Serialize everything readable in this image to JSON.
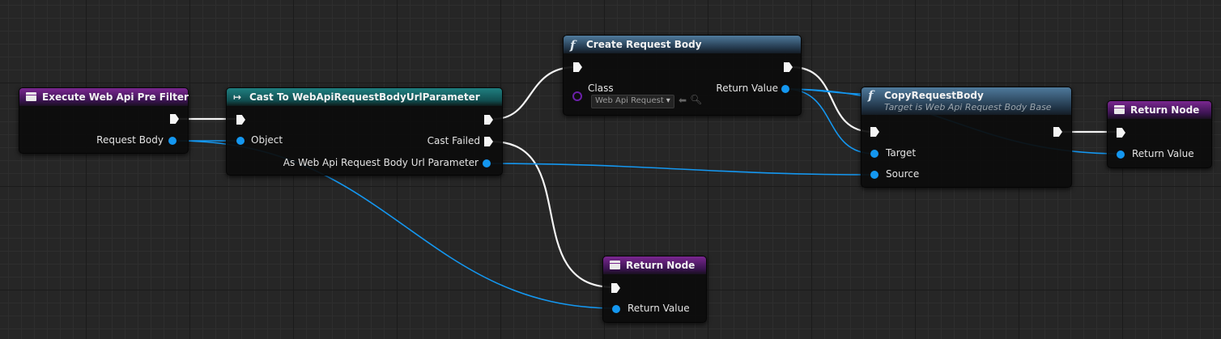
{
  "colors": {
    "exec_wire": "#f4f4f4",
    "data_wire": "#1497f0",
    "pure_event_header": "#7a2790",
    "cast_header": "#1f7f80",
    "function_header": "#4f7a9c"
  },
  "nodes": {
    "execute_filter": {
      "title": "Execute Web Api Pre Filter",
      "icon": "event-node-icon",
      "pins": {
        "request_body": "Request Body"
      }
    },
    "cast": {
      "title": "Cast To WebApiRequestBodyUrlParameter",
      "icon": "cast-arrow-icon",
      "pins": {
        "object": "Object",
        "cast_failed": "Cast Failed",
        "as_param": "As Web Api Request Body Url Parameter"
      }
    },
    "create_body": {
      "title": "Create Request Body",
      "icon": "function-icon",
      "pins": {
        "class": "Class",
        "class_value": "Web Api Request",
        "return_value": "Return Value"
      }
    },
    "copy_body": {
      "title": "CopyRequestBody",
      "subtitle": "Target is Web Api Request Body Base",
      "icon": "function-icon",
      "pins": {
        "target": "Target",
        "source": "Source"
      }
    },
    "return_right": {
      "title": "Return Node",
      "icon": "return-node-icon",
      "pins": {
        "return_value": "Return Value"
      }
    },
    "return_bottom": {
      "title": "Return Node",
      "icon": "return-node-icon",
      "pins": {
        "return_value": "Return Value"
      }
    }
  }
}
